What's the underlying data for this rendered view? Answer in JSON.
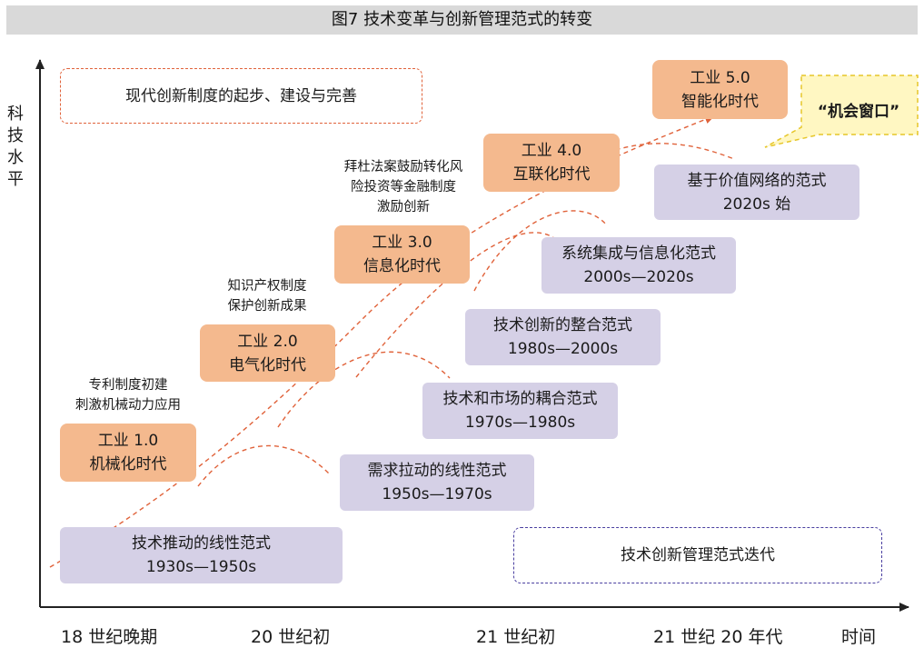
{
  "title": "图7 技术变革与创新管理范式的转变",
  "y_axis_label": "科技水平",
  "x_axis": {
    "ticks": [
      "18 世纪晚期",
      "20 世纪初",
      "21 世纪初",
      "21 世纪 20 年代"
    ],
    "end_label": "时间"
  },
  "top_box": "现代创新制度的起步、建设与完善",
  "industry_stages": [
    {
      "line1": "工业 1.0",
      "line2": "机械化时代"
    },
    {
      "line1": "工业 2.0",
      "line2": "电气化时代"
    },
    {
      "line1": "工业 3.0",
      "line2": "信息化时代"
    },
    {
      "line1": "工业 4.0",
      "line2": "互联化时代"
    },
    {
      "line1": "工业 5.0",
      "line2": "智能化时代"
    }
  ],
  "institution_notes": [
    {
      "line1": "专利制度初建",
      "line2": "刺激机械动力应用"
    },
    {
      "line1": "知识产权制度",
      "line2": "保护创新成果"
    },
    {
      "line1": "拜杜法案鼓励转化风",
      "line2": "险投资等金融制度",
      "line3": "激励创新"
    }
  ],
  "paradigms": [
    {
      "name": "技术推动的线性范式",
      "period": "1930s—1950s"
    },
    {
      "name": "需求拉动的线性范式",
      "period": "1950s—1970s"
    },
    {
      "name": "技术和市场的耦合范式",
      "period": "1970s—1980s"
    },
    {
      "name": "技术创新的整合范式",
      "period": "1980s—2000s"
    },
    {
      "name": "系统集成与信息化范式",
      "period": "2000s—2020s"
    },
    {
      "name": "基于价值网络的范式",
      "period": "2020s 始"
    }
  ],
  "legend_box": "技术创新管理范式迭代",
  "callout": "“机会窗口”",
  "colors": {
    "industry_fill": "#f4b98e",
    "paradigm_fill": "#d5d0e6",
    "trend_line": "#e0623a",
    "callout_fill": "#fff7c2",
    "callout_border": "#e6c628",
    "legend_border": "#4a3fa0",
    "title_bar": "#d9d9d9"
  }
}
